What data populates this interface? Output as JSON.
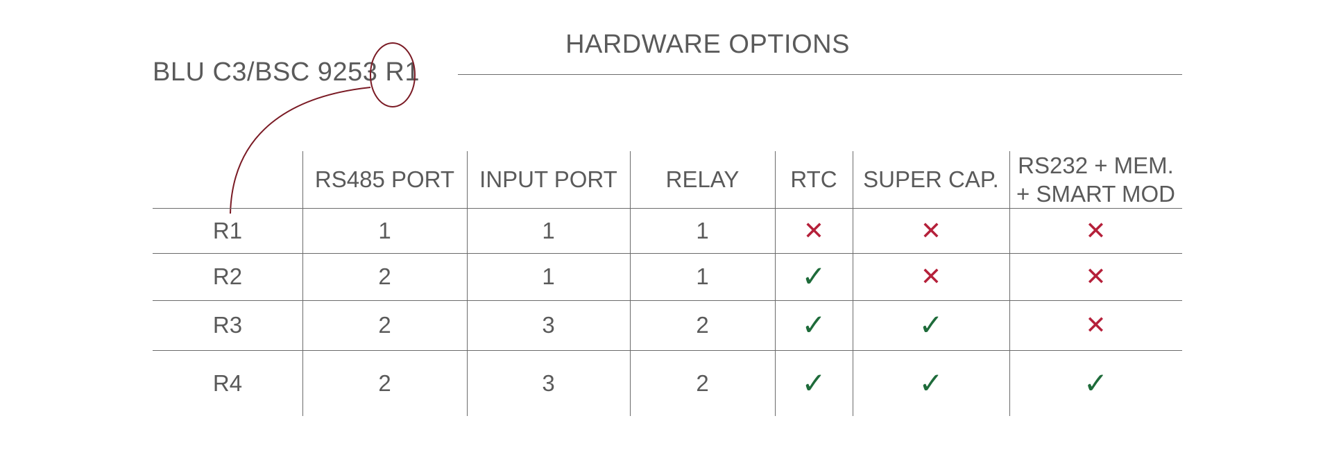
{
  "product_title": "BLU C3/BSC 9253 R1",
  "section_title": "HARDWARE OPTIONS",
  "table": {
    "columns": [
      "",
      "RS485 PORT",
      "INPUT PORT",
      "RELAY",
      "RTC",
      "SUPER CAP.",
      "RS232 + MEM.\n+ SMART MOD"
    ],
    "rows": [
      {
        "label": "R1",
        "rs485": "1",
        "input": "1",
        "relay": "1",
        "rtc": false,
        "supercap": false,
        "rs232": false
      },
      {
        "label": "R2",
        "rs485": "2",
        "input": "1",
        "relay": "1",
        "rtc": true,
        "supercap": false,
        "rs232": false
      },
      {
        "label": "R3",
        "rs485": "2",
        "input": "3",
        "relay": "2",
        "rtc": true,
        "supercap": true,
        "rs232": false
      },
      {
        "label": "R4",
        "rs485": "2",
        "input": "3",
        "relay": "2",
        "rtc": true,
        "supercap": true,
        "rs232": true
      }
    ]
  },
  "symbols": {
    "yes": "✓",
    "no": "✕"
  },
  "colors": {
    "text": "#5a5a5a",
    "rule": "#6a6a6a",
    "annotation": "#7a1a24",
    "no_mark": "#b5203a",
    "yes_mark": "#1e6b3a"
  }
}
